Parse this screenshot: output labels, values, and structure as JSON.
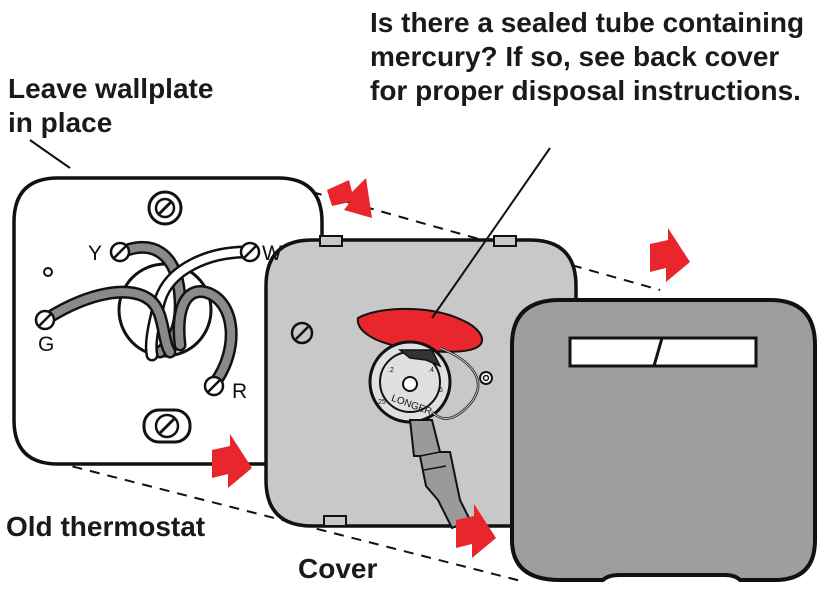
{
  "labels": {
    "question_line1": "Is there a sealed tube containing",
    "question_line2": "mercury? If so, see back cover",
    "question_line3": "for proper disposal instructions.",
    "wallplate_line1": "Leave wallplate",
    "wallplate_line2": "in place",
    "old_thermostat": "Old thermostat",
    "cover": "Cover"
  },
  "terminals": {
    "y": "Y",
    "w": "W",
    "g": "G",
    "r": "R"
  },
  "dial_text": {
    "longer": "LONGER"
  },
  "colors": {
    "outline": "#111111",
    "panel_gray": "#c8c8c8",
    "cover_gray": "#9e9e9e",
    "arrow_red": "#e8262b",
    "wire_gray": "#8a8a8a"
  }
}
